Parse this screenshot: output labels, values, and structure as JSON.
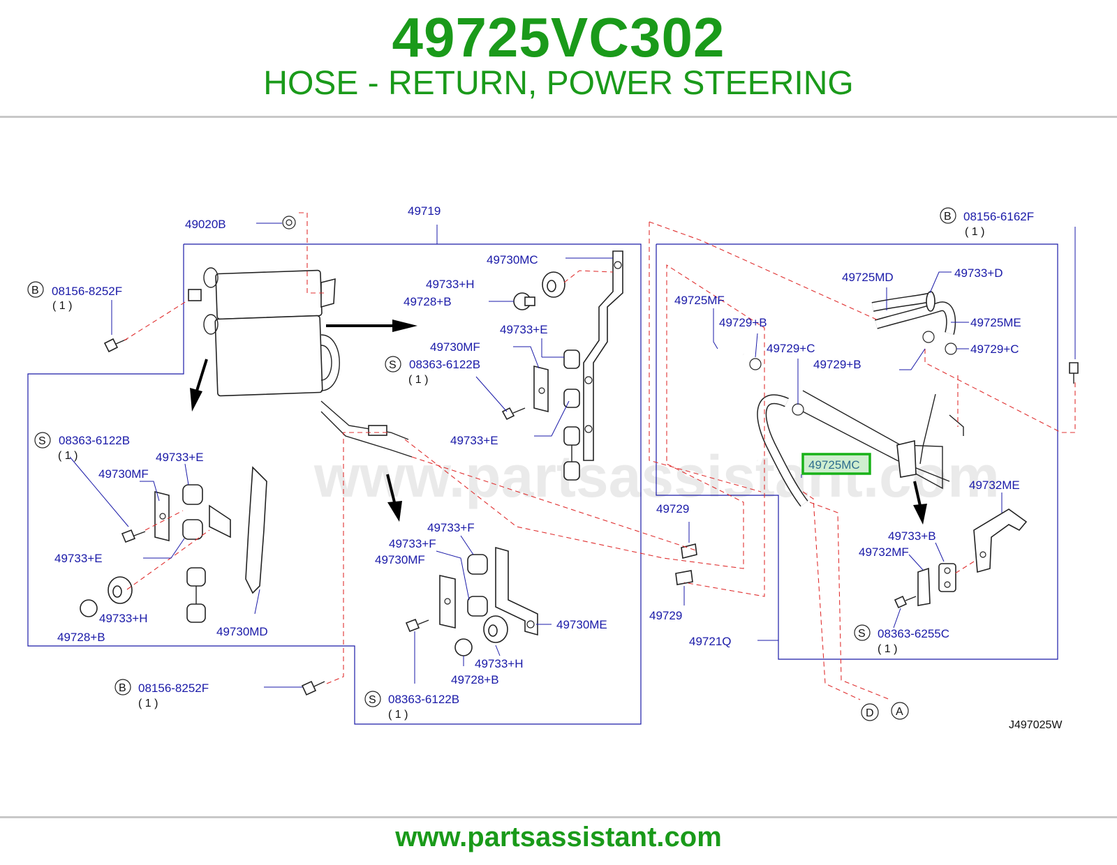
{
  "header": {
    "part_number": "49725VC302",
    "part_name": "HOSE - RETURN, POWER STEERING"
  },
  "footer": {
    "url": "www.partsassistant.com"
  },
  "diagram": {
    "watermark": "www.partsassistant.com",
    "code": "J497025W",
    "highlighted_label": "49725MC",
    "labels": {
      "p49020B": "49020B",
      "p49719": "49719",
      "p49730MC": "49730MC",
      "p49733H_top": "49733+H",
      "p49728B_top": "49728+B",
      "p49733E_top": "49733+E",
      "p49730MF_top": "49730MF",
      "p49733E_mid": "49733+E",
      "p08363_6122B_a": "08363-6122B",
      "p08363_6122B_b": "08363-6122B",
      "p08363_6122B_c": "08363-6122B",
      "p08156_8252F_a": "08156-8252F",
      "p08156_8252F_b": "08156-8252F",
      "p08156_6162F": "08156-6162F",
      "p49733E_left": "49733+E",
      "p49730MF_left": "49730MF",
      "p49733E_left2": "49733+E",
      "p49733H_left": "49733+H",
      "p49728B_left": "49728+B",
      "p49730MD": "49730MD",
      "p49733F_a": "49733+F",
      "p49733F_b": "49733+F",
      "p49730MF_bot": "49730MF",
      "p49730ME": "49730ME",
      "p49733H_bot": "49733+H",
      "p49728B_bot": "49728+B",
      "p49725MD": "49725MD",
      "p49733D": "49733+D",
      "p49725MF": "49725MF",
      "p49725ME": "49725ME",
      "p49729B_a": "49729+B",
      "p49729C_a": "49729+C",
      "p49729C_b": "49729+C",
      "p49729B_b": "49729+B",
      "p49732ME": "49732ME",
      "p49733B": "49733+B",
      "p49732MF": "49732MF",
      "p49729_a": "49729",
      "p49729_b": "49729",
      "p08363_6255C": "08363-6255C",
      "p49721Q": "49721Q",
      "qty1": "( 1 )",
      "tag_B": "B",
      "tag_S": "S",
      "tag_D": "D",
      "tag_A": "A"
    }
  }
}
